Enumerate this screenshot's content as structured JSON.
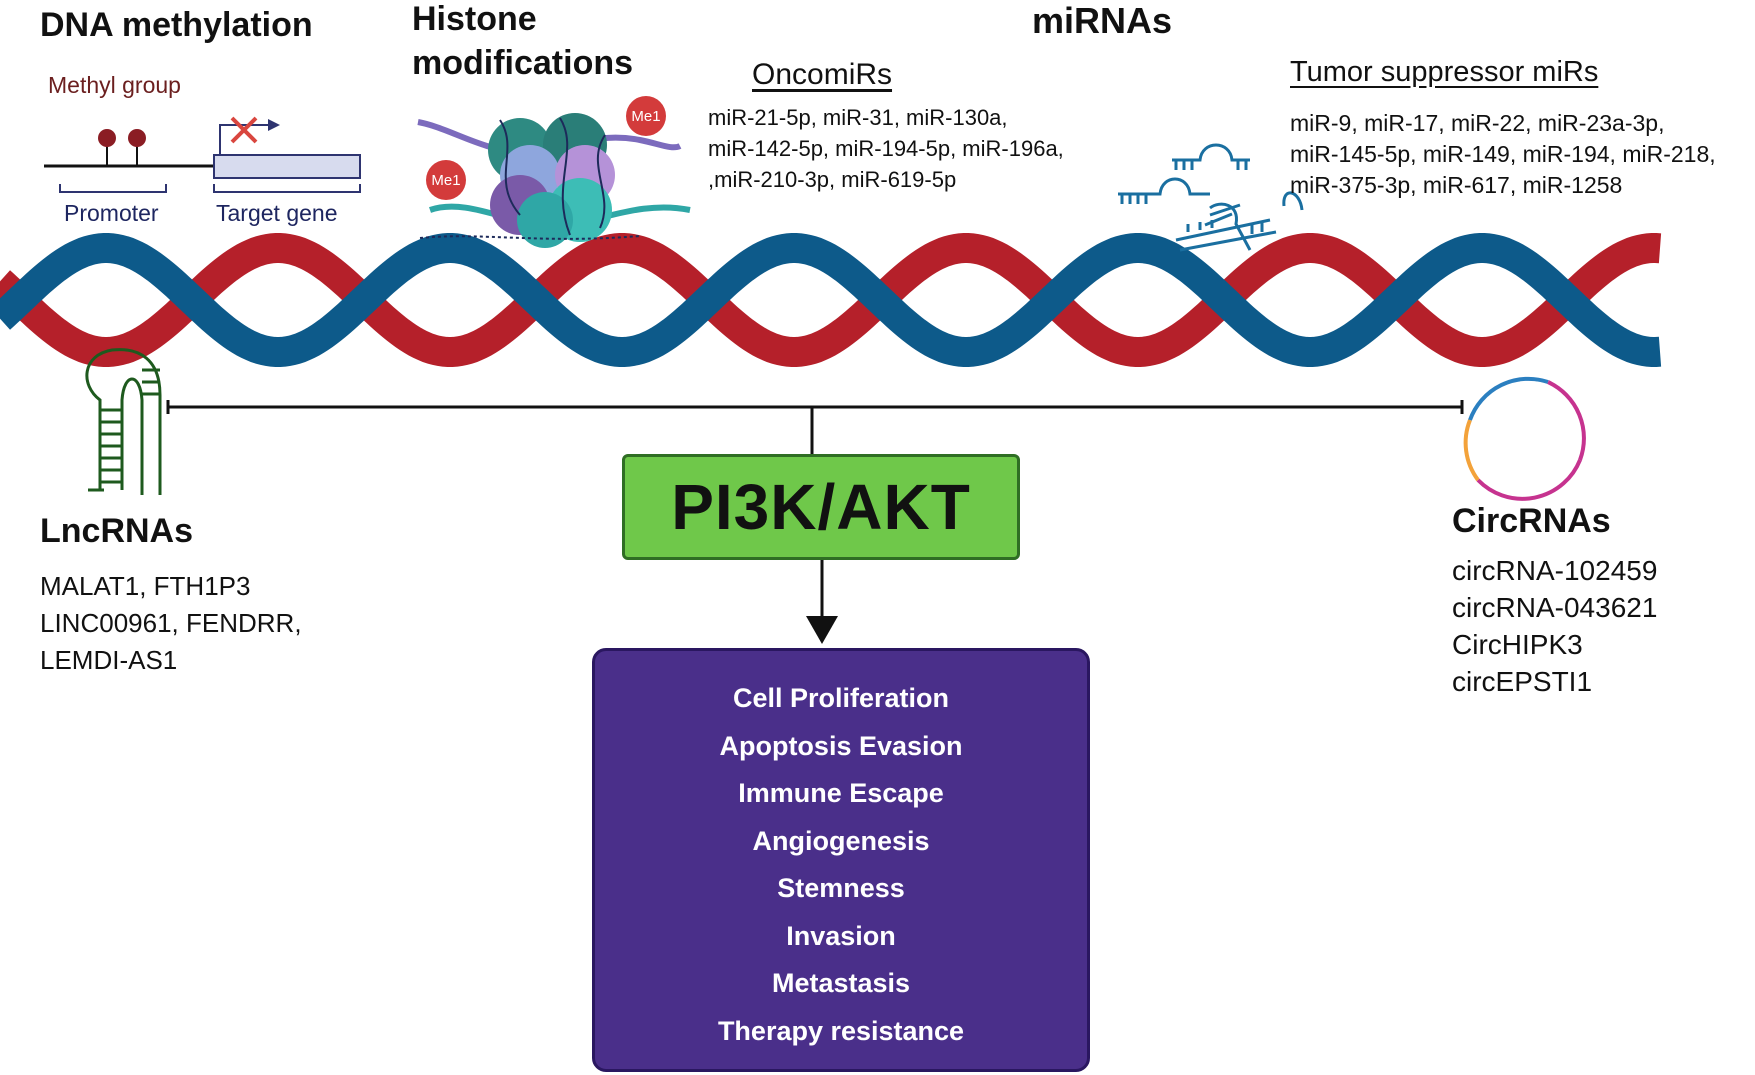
{
  "dna_methylation": {
    "title": "DNA methylation",
    "methyl_group_label": "Methyl group",
    "promoter_label": "Promoter",
    "target_gene_label": "Target gene"
  },
  "histone": {
    "title_line1": "Histone",
    "title_line2": "modifications",
    "badge_label": "Me1"
  },
  "mirnas": {
    "title": "miRNAs",
    "oncomirs": {
      "heading": "OncomiRs",
      "lines": [
        "miR-21-5p, miR-31, miR-130a,",
        "miR-142-5p, miR-194-5p, miR-196a,",
        ",miR-210-3p, miR-619-5p"
      ]
    },
    "tumor_suppressors": {
      "heading": "Tumor suppressor miRs",
      "lines": [
        "miR-9, miR-17, miR-22, miR-23a-3p,",
        "miR-145-5p, miR-149, miR-194, miR-218,",
        "miR-375-3p, miR-617, miR-1258"
      ]
    }
  },
  "lncrnas": {
    "title": "LncRNAs",
    "lines": [
      "MALAT1, FTH1P3",
      "LINC00961, FENDRR,",
      "LEMDI-AS1"
    ]
  },
  "circrnas": {
    "title": "CircRNAs",
    "lines": [
      "circRNA-102459",
      "circRNA-043621",
      "CircHIPK3",
      "circEPSTI1"
    ]
  },
  "pathway": {
    "label": "PI3K/AKT"
  },
  "outcomes": [
    "Cell Proliferation",
    "Apoptosis Evasion",
    "Immune Escape",
    "Angiogenesis",
    "Stemness",
    "Invasion",
    "Metastasis",
    "Therapy resistance"
  ],
  "colors": {
    "strand_red": "#b5202a",
    "strand_blue": "#0d5a8a",
    "pathway_green": "#6fc84a",
    "outcome_purple": "#4a2f8a",
    "methyl_red": "#8b1d24",
    "lnc_green": "#1e5a1e",
    "mirna_blue": "#1a6fa0"
  }
}
